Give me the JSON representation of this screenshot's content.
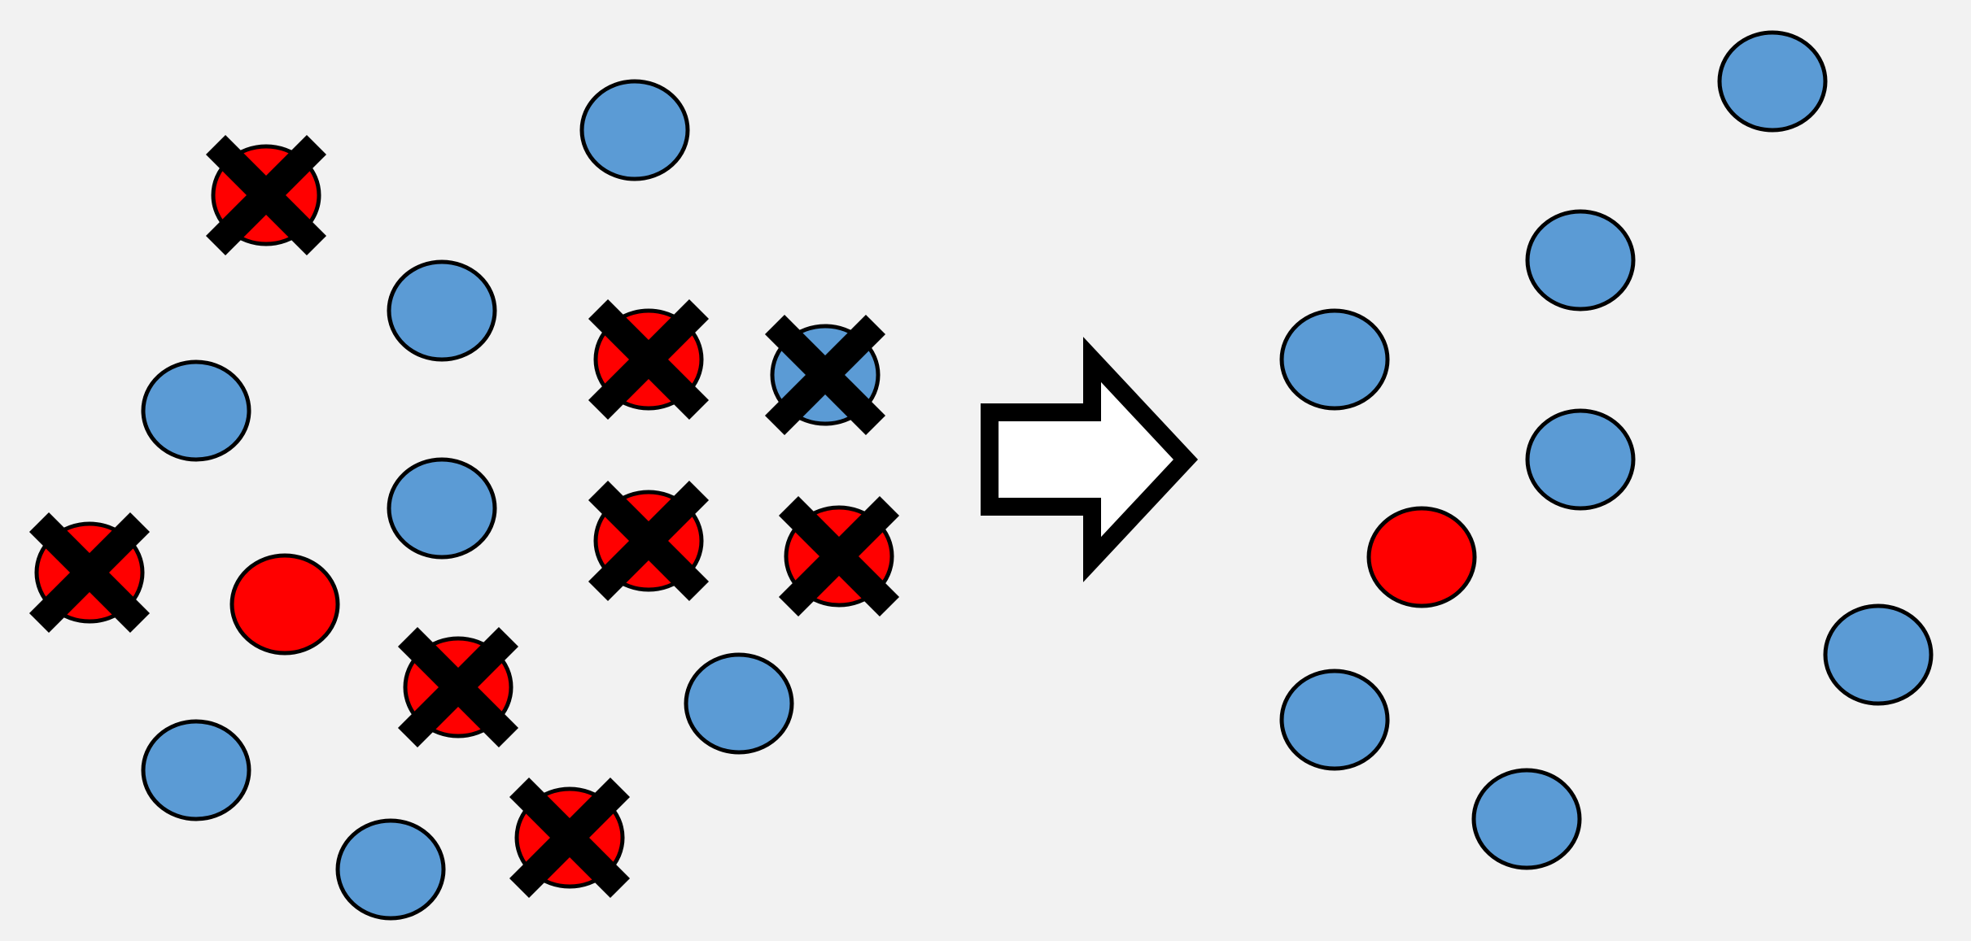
{
  "colors": {
    "background": "#f2f2f2",
    "majority": "#5b9bd5",
    "minority": "#ff0000",
    "outline": "#000000",
    "arrow_fill": "#ffffff",
    "cross": "#000000"
  },
  "icons": {
    "removed_marker": "x-mark-icon",
    "transition": "right-arrow-icon"
  },
  "before": {
    "points": [
      {
        "id": "b1",
        "class": "minority",
        "removed": true
      },
      {
        "id": "b2",
        "class": "majority",
        "removed": false
      },
      {
        "id": "b3",
        "class": "majority",
        "removed": false
      },
      {
        "id": "b4",
        "class": "majority",
        "removed": false
      },
      {
        "id": "b5",
        "class": "minority",
        "removed": true
      },
      {
        "id": "b6",
        "class": "majority",
        "removed": true
      },
      {
        "id": "b7",
        "class": "majority",
        "removed": false
      },
      {
        "id": "b8",
        "class": "minority",
        "removed": true
      },
      {
        "id": "b9",
        "class": "minority",
        "removed": false
      },
      {
        "id": "b10",
        "class": "minority",
        "removed": true
      },
      {
        "id": "b11",
        "class": "minority",
        "removed": true
      },
      {
        "id": "b12",
        "class": "minority",
        "removed": true
      },
      {
        "id": "b13",
        "class": "majority",
        "removed": false
      },
      {
        "id": "b14",
        "class": "majority",
        "removed": false
      },
      {
        "id": "b15",
        "class": "majority",
        "removed": false
      },
      {
        "id": "b16",
        "class": "minority",
        "removed": true
      }
    ]
  },
  "after": {
    "points": [
      {
        "id": "a1",
        "class": "majority"
      },
      {
        "id": "a2",
        "class": "majority"
      },
      {
        "id": "a3",
        "class": "majority"
      },
      {
        "id": "a4",
        "class": "majority"
      },
      {
        "id": "a5",
        "class": "minority"
      },
      {
        "id": "a6",
        "class": "majority"
      },
      {
        "id": "a7",
        "class": "majority"
      },
      {
        "id": "a8",
        "class": "majority"
      }
    ]
  }
}
